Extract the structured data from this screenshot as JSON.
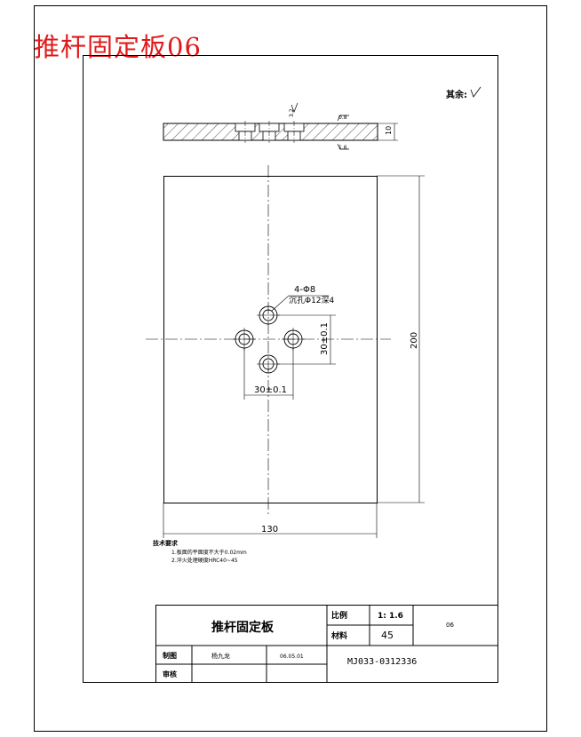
{
  "overlay_title": "推杆固定板06",
  "surface_finish_note": "其余:",
  "side_view": {
    "thickness": "10",
    "roughness_top": "3.2",
    "roughness_right": "0.8",
    "roughness_bottom": "1.6"
  },
  "plan_view": {
    "hole_callout_line1": "4-Φ8",
    "hole_callout_line2": "沉孔Φ12深4",
    "dim_vertical_spacing": "30±0.1",
    "dim_horizontal_spacing": "30±0.1",
    "dim_overall_height": "200",
    "dim_overall_width": "130"
  },
  "technical_requirements": {
    "heading": "技术要求",
    "items": [
      "1.板面的平面度不大于0.02mm",
      "2.淬火处理硬度HRC40~45"
    ]
  },
  "title_block": {
    "part_name": "推杆固定板",
    "scale_label": "比例",
    "scale_value": "1: 1.6",
    "material_label": "材料",
    "material_value": "45",
    "part_no": "06",
    "drawn_label": "制图",
    "drawn_name": "杨九龙",
    "drawn_date": "06.05.01",
    "check_label": "审核",
    "drawing_code": "MJ033-0312336"
  }
}
